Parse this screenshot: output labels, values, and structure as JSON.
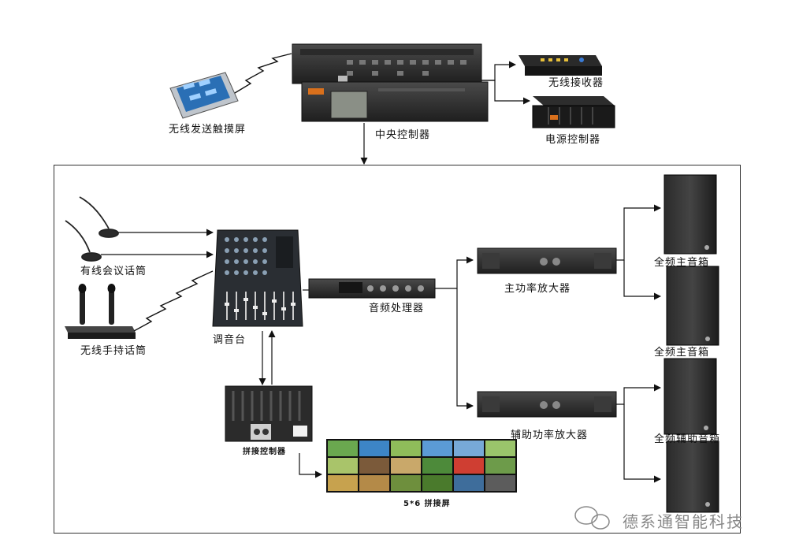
{
  "labels": {
    "touch_screen": "无线发送触摸屏",
    "central_controller": "中央控制器",
    "wireless_receiver": "无线接收器",
    "power_controller": "电源控制器",
    "wired_mic": "有线会议话筒",
    "wireless_mic": "无线手持话筒",
    "mixer": "调音台",
    "audio_processor": "音频处理器",
    "main_amp": "主功率放大器",
    "aux_amp": "辅助功率放大器",
    "main_speaker_1": "全频主音箱",
    "main_speaker_2": "全频主音箱",
    "aux_speaker": "全频辅助音箱",
    "splice_controller": "拼接控制器",
    "splice_screen": "5*6 拼接屏"
  },
  "watermark": "德系通智能科技",
  "colors": {
    "device_dark": "#1e1e1e",
    "device_mid": "#3a3a3a",
    "line": "#111111",
    "touch_blue": "#2a6fb5",
    "accent_orange": "#d9701c"
  }
}
